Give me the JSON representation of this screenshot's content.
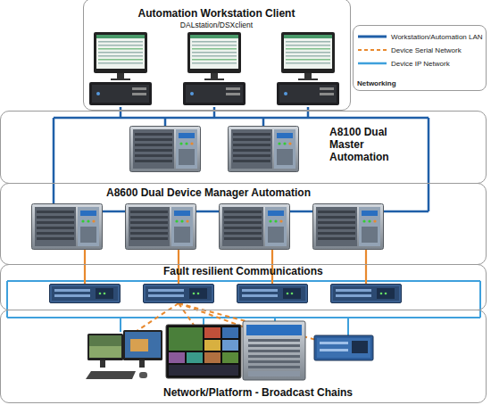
{
  "diagram": {
    "nodes": [
      {
        "text": [
          "Automation Workstation Client",
          "DALstation/DSXclient"
        ]
      },
      {
        "text": [
          "A8100 Dual Master Automation"
        ]
      },
      {
        "text": [
          "A8600 Dual Device Manager Automation"
        ]
      },
      {
        "text": [
          "Fault resilient Communications"
        ]
      },
      {
        "text": [
          "Network/Platform - Broadcast Chains"
        ]
      }
    ],
    "labels": [
      "Networking"
    ],
    "legend": [
      {
        "text": "Workstation/Automation LAN"
      },
      {
        "text": "Device Serial Network"
      },
      {
        "text": "Device IP Network"
      }
    ]
  }
}
